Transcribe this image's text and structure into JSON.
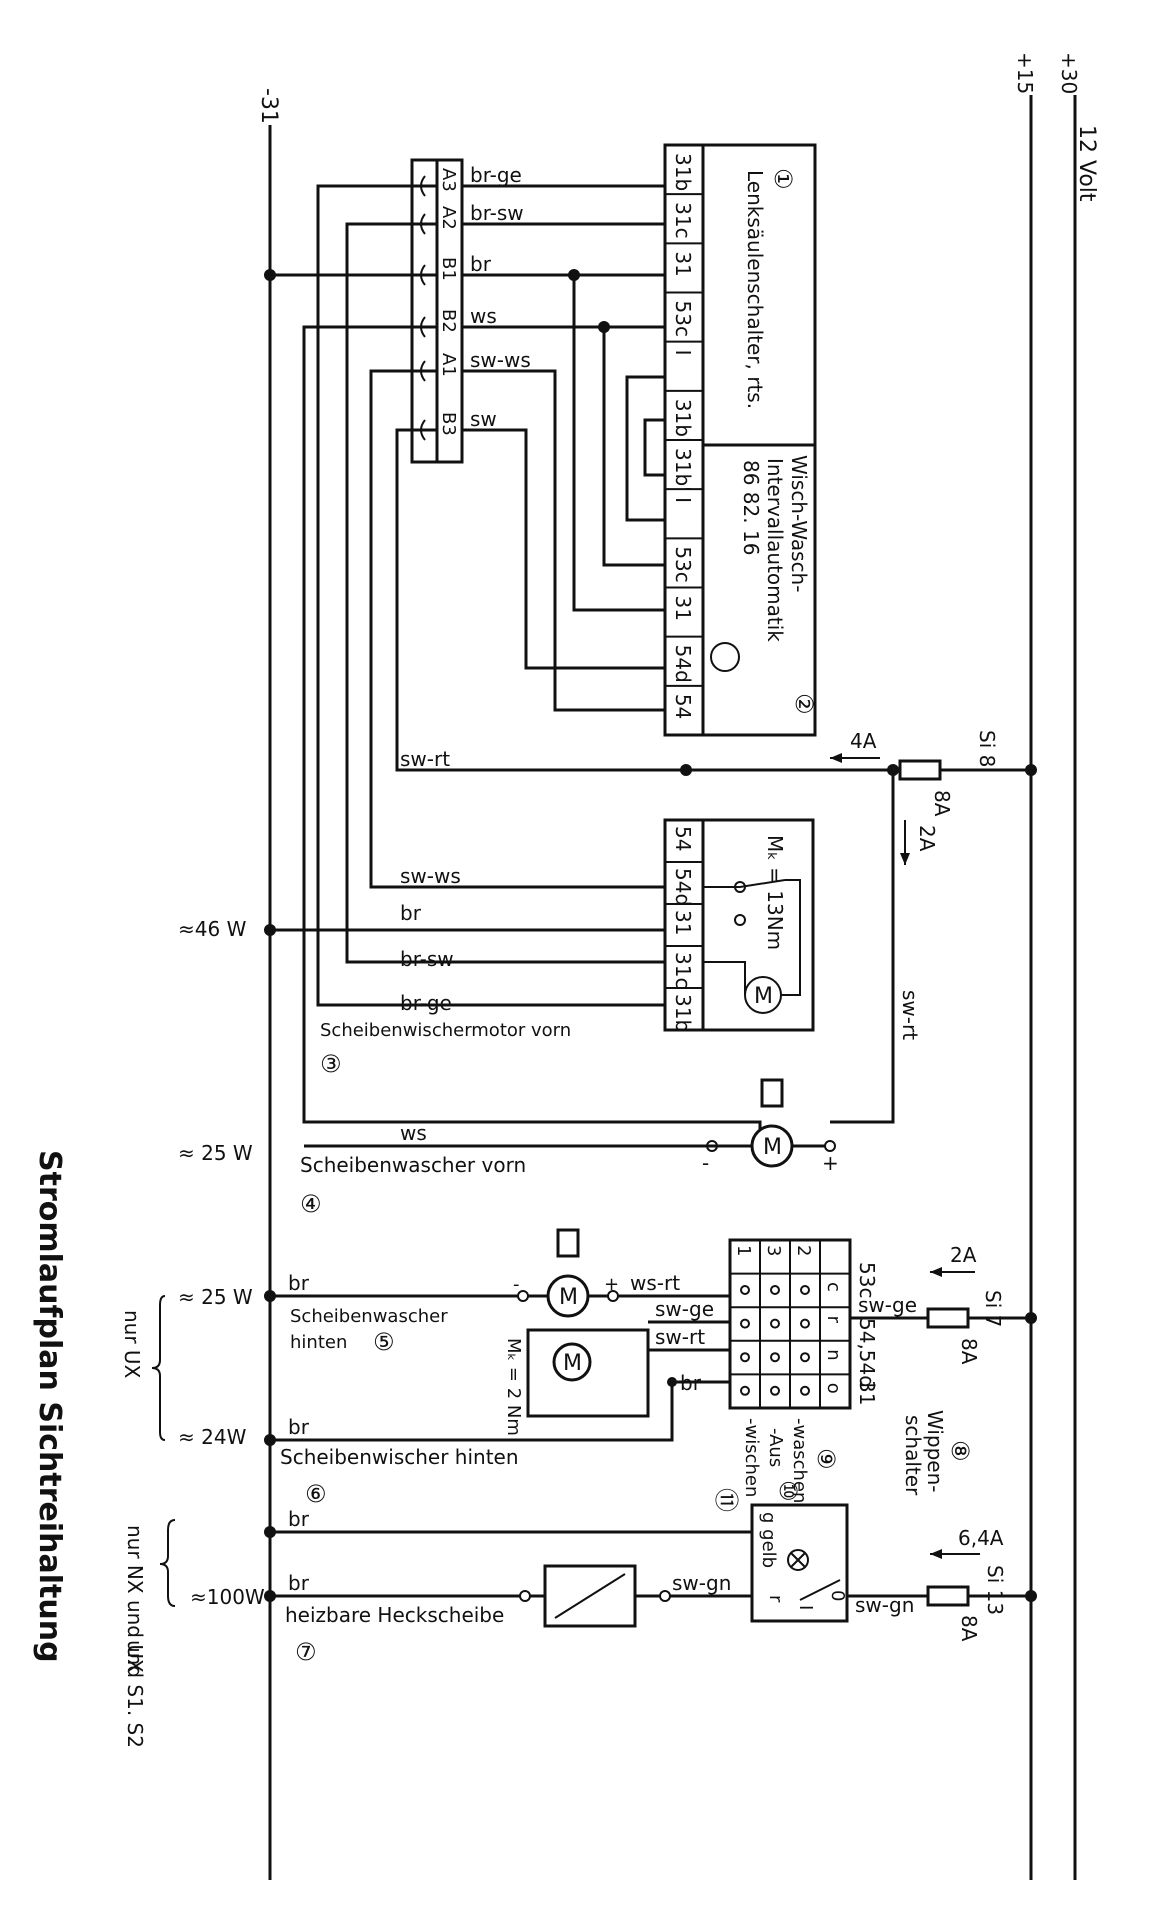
{
  "supply": {
    "plus30": "+30",
    "plus15": "+15",
    "minus31": "-31",
    "voltage": "12 Volt"
  },
  "components": {
    "c1": {
      "num": "①",
      "name": "Lenksäulenschalter, rts.",
      "terms": [
        "31b",
        "31c",
        "31",
        "53c",
        "I"
      ]
    },
    "c2": {
      "num": "②",
      "name1": "Wisch-Wasch-",
      "name2": "Intervallautomatik",
      "code": "86 82. 16",
      "terms": [
        "31b'",
        "31b'",
        "I",
        "53c",
        "31",
        "54d",
        "54"
      ]
    },
    "c3": {
      "num": "③",
      "name": "Scheibenwischermotor vorn",
      "torque": "Mₖ = 13Nm",
      "terms": [
        "54",
        "54d",
        "31",
        "31c",
        "31b"
      ],
      "power": "≈46 W"
    },
    "c4": {
      "num": "④",
      "name": "Scheibenwascher vorn",
      "power": "≈ 25 W"
    },
    "c5": {
      "num": "⑤",
      "name1": "Scheibenwascher",
      "name2": "hinten",
      "power": "≈ 25 W"
    },
    "c6": {
      "num": "⑥",
      "name": "Scheibenwischer hinten",
      "torque": "Mₖ = 2 Nm",
      "power": "≈ 24W"
    },
    "c7": {
      "num": "⑦",
      "name": "heizbare Heckscheibe",
      "power": "≈100W"
    },
    "c8": {
      "num": "⑧",
      "name1": "Wippen-",
      "name2": "schalter"
    },
    "c9": {
      "num": "⑨",
      "name": "-waschen"
    },
    "c10": {
      "num": "⑩",
      "name": "-Aus"
    },
    "c11": {
      "num": "⑪",
      "name": "-wischen"
    }
  },
  "connector": {
    "pins": [
      "A3",
      "A2",
      "B1",
      "B2",
      "A1",
      "B3"
    ],
    "wires": [
      "br-ge",
      "br-sw",
      "br",
      "ws",
      "sw-ws",
      "sw"
    ]
  },
  "wires": {
    "sw_rt": "sw-rt",
    "sw_ws": "sw-ws",
    "br": "br",
    "br_sw": "br-sw",
    "br_ge": "br-ge",
    "ws": "ws",
    "ws_rt": "ws-rt",
    "sw_ge": "sw-ge",
    "sw_gn": "sw-gn"
  },
  "fuses": [
    {
      "name": "Si 8",
      "rating": "8A",
      "current": "4A",
      "current2": "2A"
    },
    {
      "name": "Si 7",
      "rating": "8A",
      "current": "2A"
    },
    {
      "name": "Si 13",
      "rating": "8A",
      "current": "6,4A"
    }
  ],
  "switch": {
    "cols": [
      "53c",
      "54,54d",
      "31"
    ],
    "rows": [
      "1",
      "3",
      "2"
    ],
    "colLetters": [
      "c",
      "r",
      "n",
      "o"
    ],
    "lamp": "g gelb",
    "pos": [
      "0",
      "I",
      "r"
    ]
  },
  "notes": {
    "only_ux": "nur UX",
    "only_nx_ux": "nur NX und UX",
    "and_s1s2": "und S1. S2"
  },
  "title": "Stromlaufplan Sichtreihaltung",
  "marks": {
    "minus": "-",
    "plus": "+",
    "motor": "M"
  }
}
